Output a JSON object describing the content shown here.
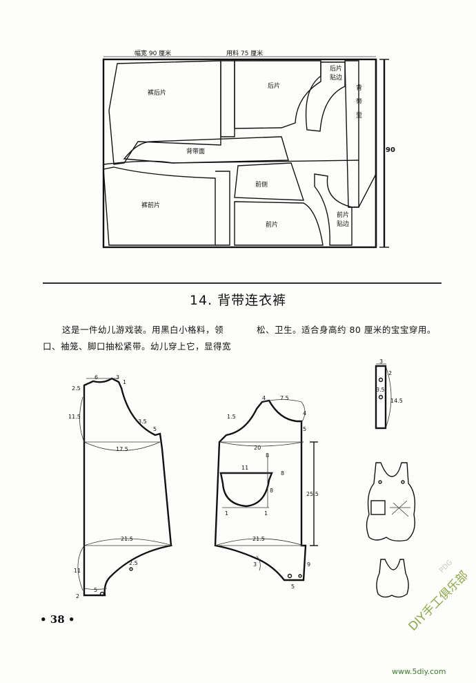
{
  "layout_top": {
    "fabric_width": "幅宽 90 厘米",
    "fabric_usage": "用料 75 厘米",
    "pieces": {
      "pants_back": "裤后片",
      "back_piece": "后片",
      "back_facing_line1": "后片",
      "back_facing_line2": "贴边",
      "strap_lining_1": "背",
      "strap_lining_2": "带",
      "strap_lining_3": "里",
      "strap_face": "背带面",
      "pants_front": "裤前片",
      "front_side": "前侧",
      "front_piece": "前片",
      "front_facing_line1": "前片",
      "front_facing_line2": "贴边"
    },
    "dimension_90": "90"
  },
  "section": {
    "title": "14. 背带连衣裤",
    "desc_left_line1": "这是一件幼儿游戏装。用黑白小格料，领",
    "desc_left_line2": "口、袖笼、脚口抽松紧带。幼儿穿上它，显得宽",
    "desc_right_line1": "松、卫生。适合身高约 80 厘米的宝宝穿用。"
  },
  "back_pattern": {
    "d_6": "6",
    "d_3": "3",
    "d_1": "1",
    "d_2_5_top": "2.5",
    "d_11_5": "11.5",
    "d_3_5": "3.5",
    "d_5": "5",
    "d_17_5": "17.5",
    "d_21_5": "21.5",
    "d_11": "11",
    "d_2_5_crotch": "2.5",
    "d_2": "2",
    "d_5_bottom": "5"
  },
  "front_pattern": {
    "d_4": "4",
    "d_7_5": "7.5",
    "d_1_5": "1.5",
    "d_4_side": "4",
    "d_5": "5",
    "d_20": "20",
    "d_8": "8",
    "d_11": "11",
    "d_8_pocket": "8",
    "d_8_right": "8",
    "d_1a": "1",
    "d_1b": "1",
    "d_25_5": "25.5",
    "d_21_5": "21.5",
    "d_3": "3",
    "d_9": "9",
    "d_5_bottom": "5"
  },
  "strap_pattern": {
    "d_3": "3",
    "d_3_5": "3.5",
    "d_14_5": "14.5",
    "d_2": "2"
  },
  "page_number": "• 38 •",
  "watermark": {
    "site": "DIY手工俱乐部",
    "url": "www.5diy.com",
    "pdg": "PDG"
  }
}
